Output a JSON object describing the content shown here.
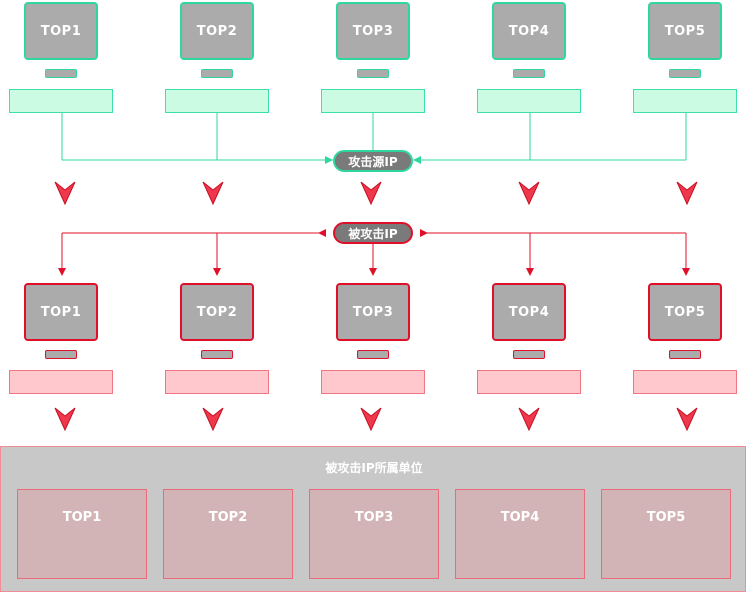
{
  "colors": {
    "source_accent": "#2fd7a0",
    "target_accent": "#e0102a",
    "monitor_fill": "#ababab",
    "source_bar_fill": "#ccfbe4",
    "target_bar_fill": "#fec8cc",
    "pill_fill": "#7a7a7a",
    "panel_fill": "#c8c8c8",
    "card_fill": "#d3b4b6"
  },
  "source_row": {
    "pill_label": "攻击源IP",
    "monitors": [
      "TOP1",
      "TOP2",
      "TOP3",
      "TOP4",
      "TOP5"
    ]
  },
  "target_row": {
    "pill_label": "被攻击IP",
    "monitors": [
      "TOP1",
      "TOP2",
      "TOP3",
      "TOP4",
      "TOP5"
    ]
  },
  "unit_panel": {
    "title": "被攻击IP所属单位",
    "cards": [
      "TOP1",
      "TOP2",
      "TOP3",
      "TOP4",
      "TOP5"
    ]
  },
  "icons": {
    "flow_arrow": "chevron-down-icon"
  }
}
